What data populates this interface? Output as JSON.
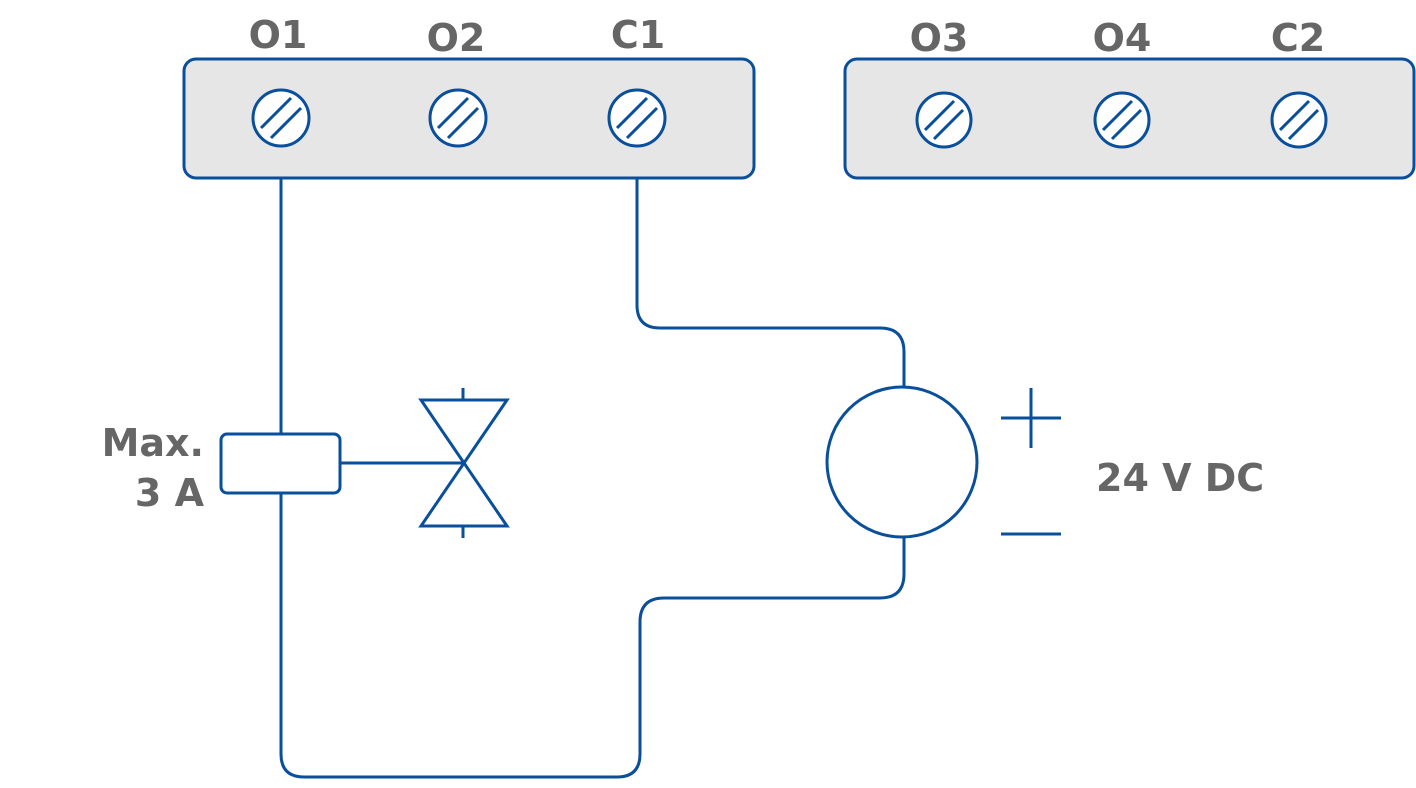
{
  "colors": {
    "line": "#0a4f9c",
    "block_fill": "#e6e6e6",
    "label_text": "#666666",
    "background": "#ffffff"
  },
  "terminal_block_1": {
    "terminals": [
      {
        "label": "O1",
        "icon": "screw-terminal-icon"
      },
      {
        "label": "O2",
        "icon": "screw-terminal-icon"
      },
      {
        "label": "C1",
        "icon": "screw-terminal-icon"
      }
    ]
  },
  "terminal_block_2": {
    "terminals": [
      {
        "label": "O3",
        "icon": "screw-terminal-icon"
      },
      {
        "label": "O4",
        "icon": "screw-terminal-icon"
      },
      {
        "label": "C2",
        "icon": "screw-terminal-icon"
      }
    ]
  },
  "fuse": {
    "label_line1": "Max.",
    "label_line2": "3 A",
    "icon": "fuse-icon"
  },
  "valve": {
    "icon": "solenoid-valve-icon"
  },
  "power_supply": {
    "label": "24 V DC",
    "plus_icon": "plus-terminal-icon",
    "minus_icon": "minus-terminal-icon",
    "icon": "dc-source-icon"
  }
}
